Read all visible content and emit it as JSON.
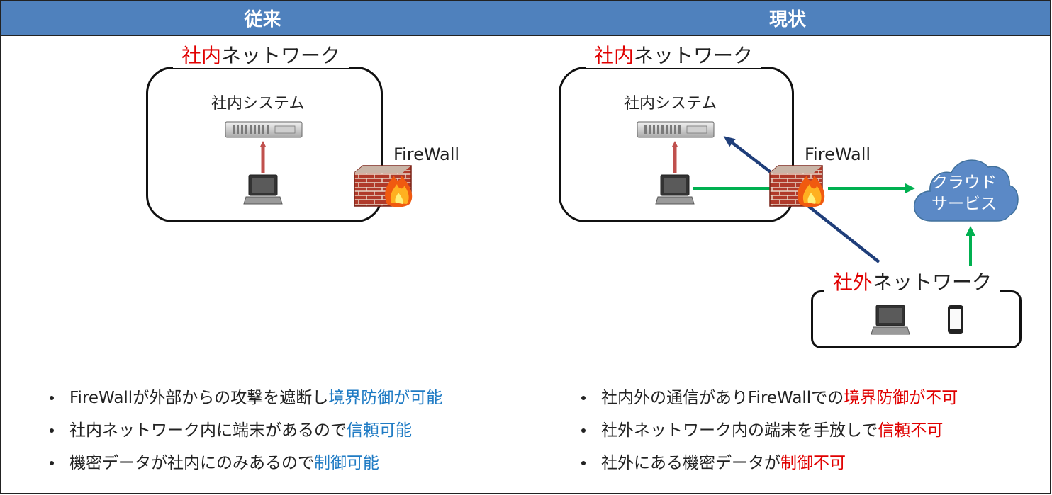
{
  "left": {
    "header": "従来",
    "network_label_red": "社内",
    "network_label_rest": "ネットワーク",
    "system_label": "社内システム",
    "firewall_label": "FireWall",
    "bullets": [
      {
        "plain": "FireWallが外部からの攻撃を遮断し",
        "highlight": "境界防御が可能"
      },
      {
        "plain": "社内ネットワーク内に端末があるので",
        "highlight": "信頼可能"
      },
      {
        "plain": "機密データが社内にのみあるので",
        "highlight": "制御可能"
      }
    ]
  },
  "right": {
    "header": "現状",
    "network_label_red": "社内",
    "network_label_rest": "ネットワーク",
    "system_label": "社内システム",
    "firewall_label": "FireWall",
    "cloud_line1": "クラウド",
    "cloud_line2": "サービス",
    "external_label_red": "社外",
    "external_label_rest": "ネットワーク",
    "bullets": [
      {
        "plain": "社内外の通信がありFireWallでの",
        "highlight": "境界防御が不可"
      },
      {
        "plain": "社外ネットワーク内の端末を手放しで",
        "highlight": "信頼不可"
      },
      {
        "plain": "社外にある機密データが",
        "highlight": "制御不可"
      }
    ]
  },
  "colors": {
    "header_bg": "#4f81bd",
    "label_red": "#e00000",
    "positive_blue": "#1f7bc4",
    "negative_red": "#e00000",
    "arrow_red": "#c0504d",
    "arrow_green": "#00b050",
    "arrow_navy": "#1f3e7a",
    "cloud": "#4f81bd"
  }
}
